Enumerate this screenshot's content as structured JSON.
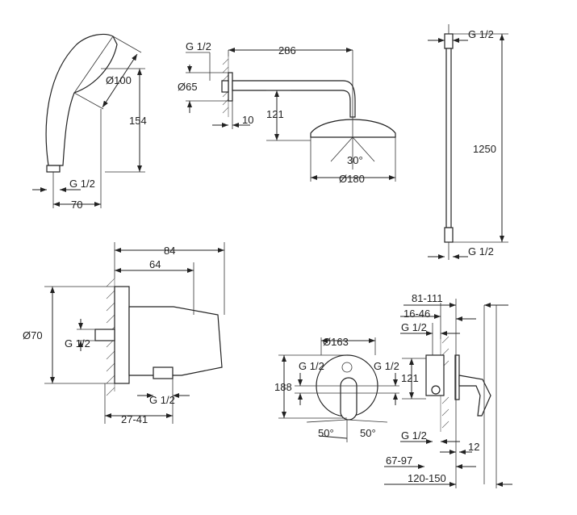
{
  "hand_shower": {
    "diameter": "Ø100",
    "height": "154",
    "thread": "G 1/2",
    "width": "70"
  },
  "head_shower": {
    "thread": "G 1/2",
    "length": "286",
    "flange": "Ø65",
    "flange_depth": "10",
    "drop": "121",
    "angle": "30°",
    "diameter": "Ø180"
  },
  "hose": {
    "thread_top": "G 1/2",
    "length": "1250",
    "thread_bottom": "G 1/2"
  },
  "wall_outlet": {
    "depth": "84",
    "depth_inner": "64",
    "diameter": "Ø70",
    "thread_left": "G 1/2",
    "thread_bottom": "G 1/2",
    "projection": "27-41"
  },
  "mixer": {
    "plate_diameter": "Ø163",
    "height": "188",
    "thread_left": "G 1/2",
    "thread_right": "G 1/2",
    "angle_left": "50°",
    "angle_right": "50°"
  },
  "mixer_side": {
    "range1": "81-111",
    "range2": "16-46",
    "thread_top": "G 1/2",
    "spacing": "121",
    "thread_bottom": "G 1/2",
    "plate": "12",
    "range3": "67-97",
    "range4": "120-150"
  }
}
